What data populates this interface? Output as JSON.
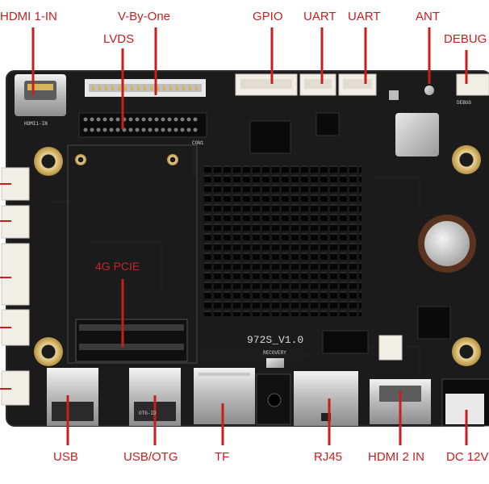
{
  "top_labels": {
    "hdmi1": "HDMI 1-IN",
    "vbyone": "V-By-One",
    "lvds": "LVDS",
    "gpio": "GPIO",
    "uart1": "UART",
    "uart2": "UART",
    "ant": "ANT",
    "debug": "DEBUG"
  },
  "middle_labels": {
    "pcie": "4G PCIE"
  },
  "bottom_labels": {
    "usb": "USB",
    "usbotg": "USB/OTG",
    "tf": "TF",
    "rj45": "RJ45",
    "hdmi2": "HDMI 2 IN",
    "dc": "DC 12V"
  },
  "silkscreen": {
    "board_version": "972S_V1.0",
    "recovery": "RECOVERY",
    "otg_id": "OTG-ID",
    "hdmi_in_small": "HDMI1-IN",
    "conn": "CON1",
    "debug_small": "DEBUG"
  },
  "colors": {
    "label_red": "#c81e1e",
    "pcb": "#1b1b1b",
    "heatsink": "#0e0e0e"
  }
}
